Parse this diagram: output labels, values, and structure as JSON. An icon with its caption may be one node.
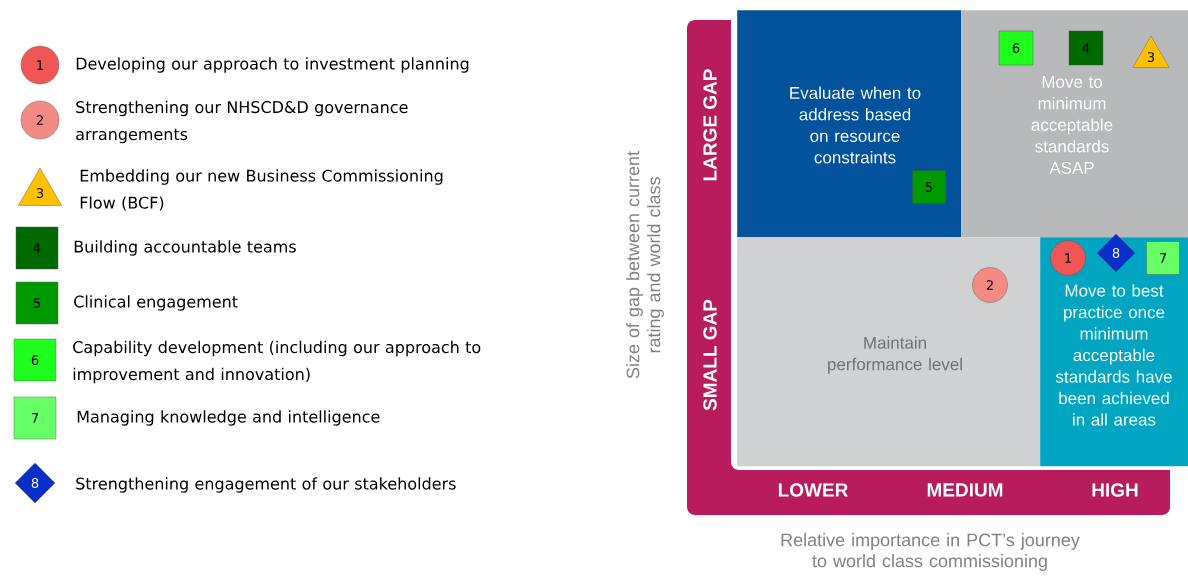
{
  "diagram": {
    "nodes": [
      {
        "text": [
          "1"
        ],
        "beside": [
          "Developing our approach to investment planning"
        ]
      },
      {
        "text": [
          "2"
        ],
        "beside": [
          "Strengthening our NHSCD&D governance arrangements"
        ]
      },
      {
        "text": [
          "3"
        ],
        "beside": [
          "Embedding our new Business Commissioning Flow (BCF)"
        ]
      },
      {
        "text": [
          "4"
        ],
        "beside": [
          "Building accountable teams"
        ]
      },
      {
        "text": [
          "5"
        ],
        "beside": [
          "Clinical engagement"
        ]
      },
      {
        "text": [
          "6"
        ],
        "beside": [
          "Capability development (including our approach to improvement and innovation)"
        ]
      },
      {
        "text": [
          "7"
        ],
        "beside": [
          "Managing knowledge and intelligence"
        ]
      },
      {
        "text": [
          "8"
        ],
        "beside": [
          "Strengthening engagement of our stakeholders"
        ]
      },
      {
        "text": [
          "Evaluate when to address based on resource constraints"
        ]
      },
      {
        "text": [
          "5"
        ],
        "in": 8
      },
      {
        "text": [
          "Move to minimum acceptable standards ASAP"
        ]
      },
      {
        "text": [
          "6"
        ],
        "in": 10
      },
      {
        "text": [
          "4"
        ],
        "in": 10
      },
      {
        "text": [
          "3"
        ],
        "in": 10
      },
      {
        "text": [
          "Maintain performance level"
        ]
      },
      {
        "text": [
          "2"
        ],
        "in": 14
      },
      {
        "text": [
          "Move to best practice once minimum acceptable standards have been achieved in all areas"
        ]
      },
      {
        "text": [
          "1"
        ],
        "in": 16
      },
      {
        "text": [
          "8"
        ],
        "in": 16
      },
      {
        "text": [
          "7"
        ],
        "in": 16
      }
    ],
    "labels": [
      "Size of gap between current rating and world class",
      "LARGE GAP",
      "SMALL GAP",
      "LOWER",
      "MEDIUM",
      "HIGH",
      "Relative importance in PCT’s journey to world class commissioning"
    ]
  }
}
